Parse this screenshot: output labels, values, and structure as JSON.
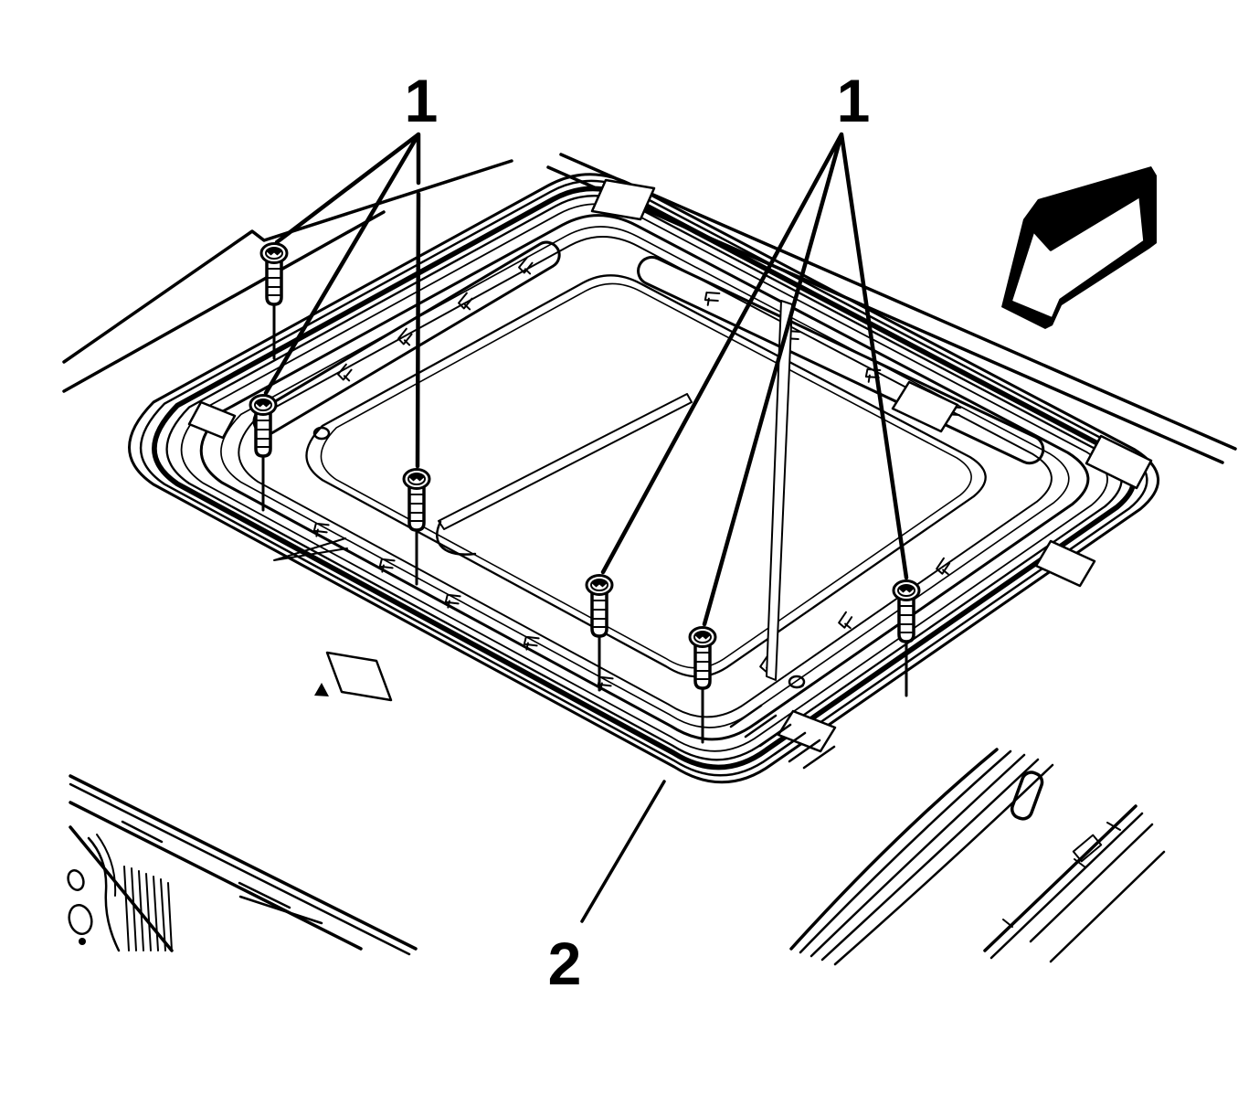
{
  "figure": {
    "background_color": "#ffffff",
    "line_color": "#000000",
    "callouts": [
      {
        "label": "1",
        "leader_count": 3,
        "target": "screw-group-left"
      },
      {
        "label": "1",
        "leader_count": 3,
        "target": "screw-group-right"
      },
      {
        "label": "2",
        "leader_count": 1,
        "target": "sunroof-module-frame"
      }
    ],
    "screw_count": 6,
    "icons": {
      "fastener": "socket-head-screw-icon",
      "direction_arrow": "block-arrow-icon"
    }
  }
}
